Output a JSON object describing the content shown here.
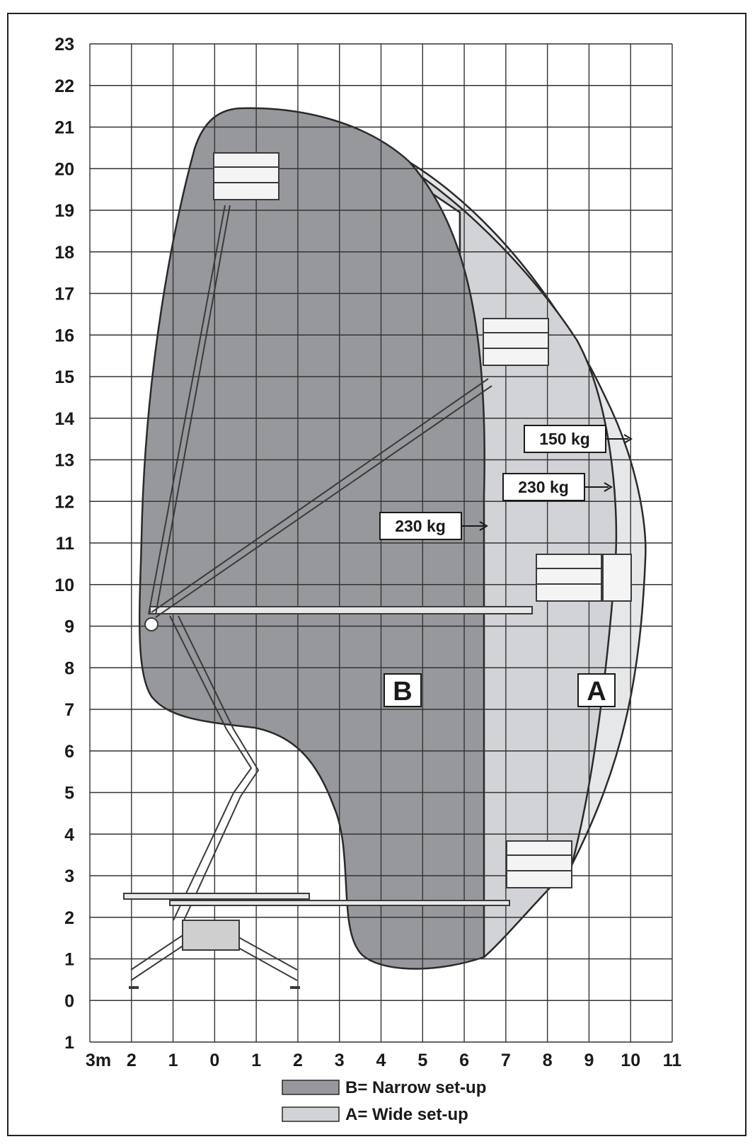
{
  "y_ticks": [
    "23",
    "22",
    "21",
    "20",
    "19",
    "18",
    "17",
    "16",
    "15",
    "14",
    "13",
    "12",
    "11",
    "10",
    "9",
    "8",
    "7",
    "6",
    "5",
    "4",
    "3",
    "2",
    "1",
    "0",
    "1"
  ],
  "x_ticks": [
    "3m",
    "2",
    "1",
    "0",
    "1",
    "2",
    "3",
    "4",
    "5",
    "6",
    "7",
    "8",
    "9",
    "10",
    "11"
  ],
  "zones": {
    "narrow": {
      "letter": "B",
      "color": "#97989c"
    },
    "wide": {
      "letter": "A",
      "color": "#d2d3d6"
    },
    "outer": {
      "color": "#e6e7e9"
    }
  },
  "load_labels": [
    {
      "text": "150 kg"
    },
    {
      "text": "230 kg"
    },
    {
      "text": "230 kg"
    }
  ],
  "legend": [
    {
      "text": "B= Narrow set-up",
      "color": "#97989c"
    },
    {
      "text": "A= Wide set-up",
      "color": "#d2d3d6"
    }
  ]
}
